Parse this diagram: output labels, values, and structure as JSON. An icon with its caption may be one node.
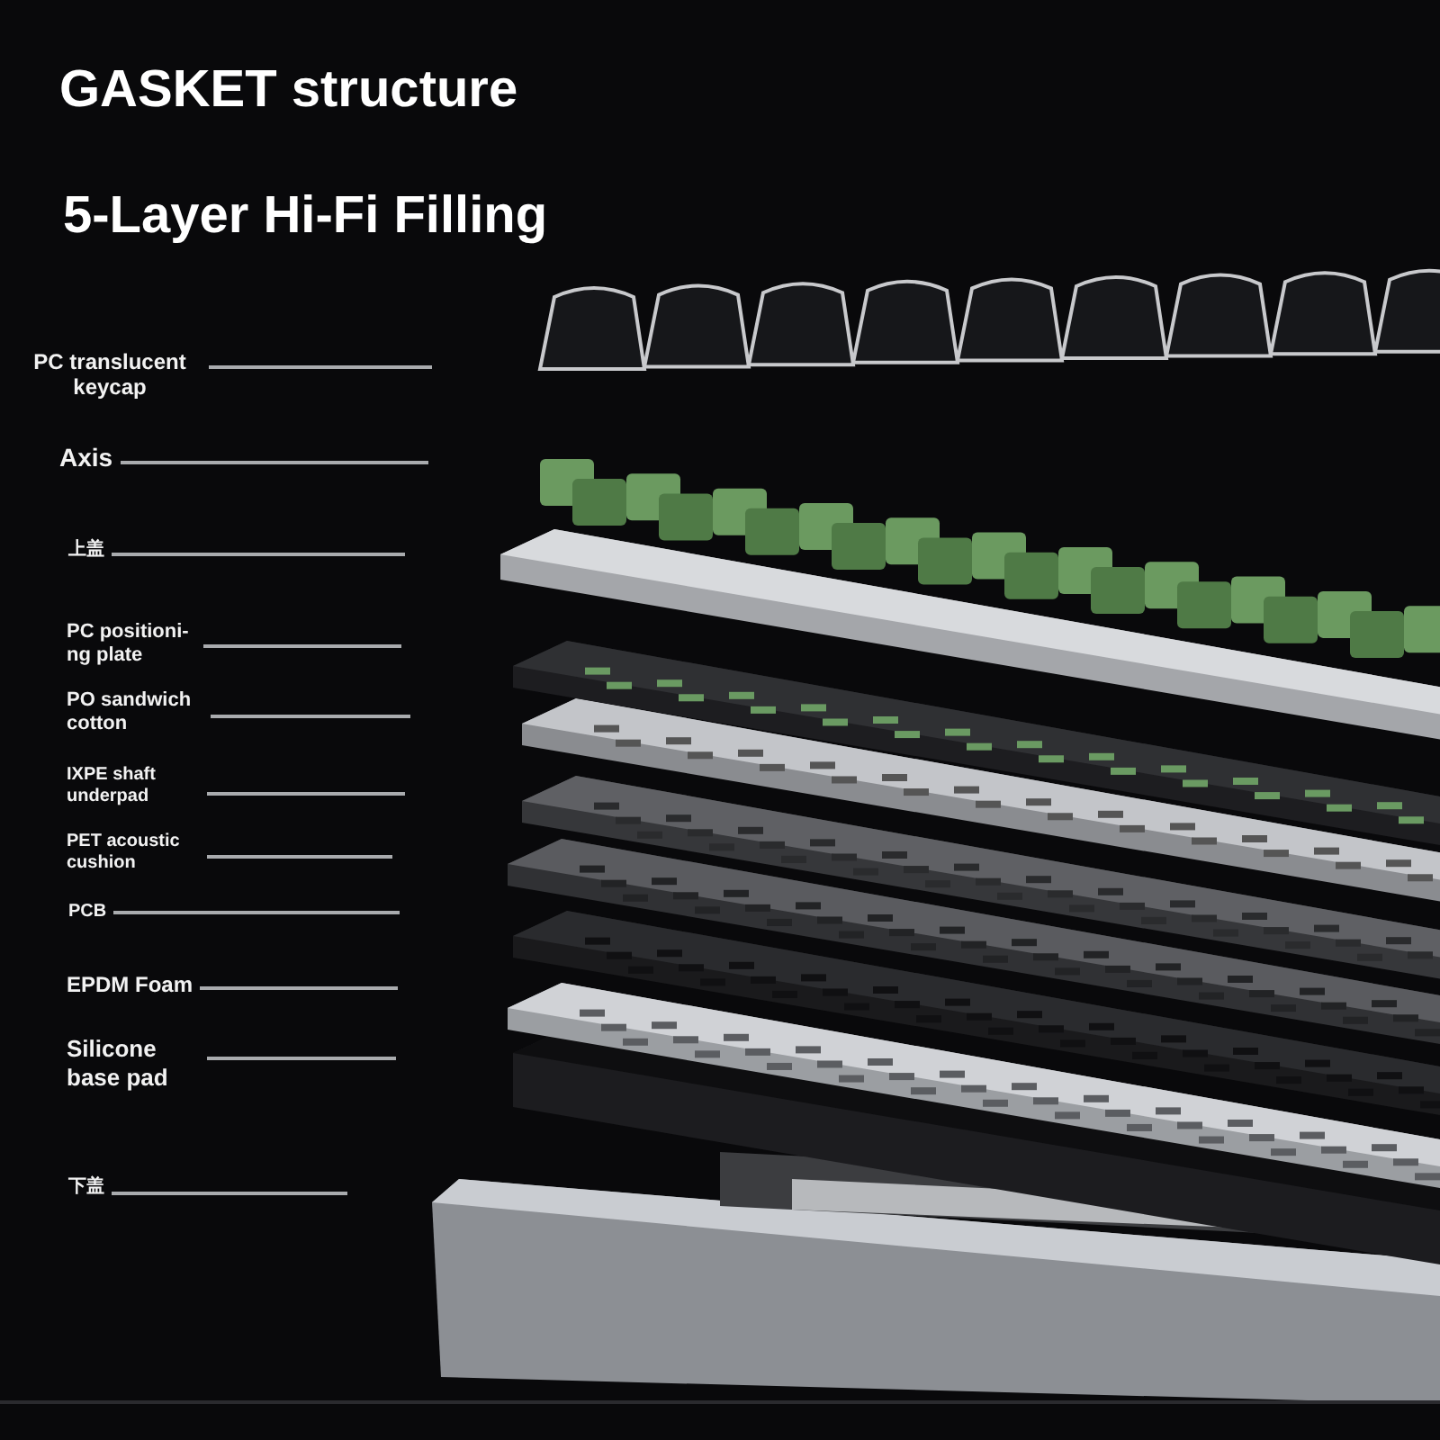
{
  "diagram": {
    "title": "GASKET structure",
    "nodes": [
      {
        "text": [
          "PC translucent keycap"
        ]
      },
      {
        "text": [
          "Axis"
        ]
      },
      {
        "text": [
          "上盖"
        ]
      },
      {
        "text": [
          "PC positioni-ng plate"
        ]
      },
      {
        "text": [
          "PO sandwich cotton"
        ]
      },
      {
        "text": [
          "IXPE shaft underpad"
        ]
      },
      {
        "text": [
          "PET acoustic cushion"
        ]
      },
      {
        "text": [
          "PCB"
        ]
      },
      {
        "text": [
          "EPDM Foam"
        ]
      },
      {
        "text": [
          "Silicone base pad"
        ]
      },
      {
        "text": [
          "下盖"
        ]
      }
    ],
    "edges": [
      {
        "from": 0,
        "to": null,
        "arrow": "none"
      },
      {
        "from": 1,
        "to": null,
        "arrow": "none"
      },
      {
        "from": 2,
        "to": null,
        "arrow": "none"
      },
      {
        "from": 3,
        "to": null,
        "arrow": "none"
      },
      {
        "from": 4,
        "to": null,
        "arrow": "none"
      },
      {
        "from": 5,
        "to": null,
        "arrow": "none"
      },
      {
        "from": 6,
        "to": null,
        "arrow": "none"
      },
      {
        "from": 7,
        "to": null,
        "arrow": "none"
      },
      {
        "from": 8,
        "to": null,
        "arrow": "none"
      },
      {
        "from": 9,
        "to": null,
        "arrow": "none"
      },
      {
        "from": 10,
        "to": null,
        "arrow": "none"
      }
    ],
    "labels": [
      "5-Layer Hi-Fi Filling"
    ]
  }
}
